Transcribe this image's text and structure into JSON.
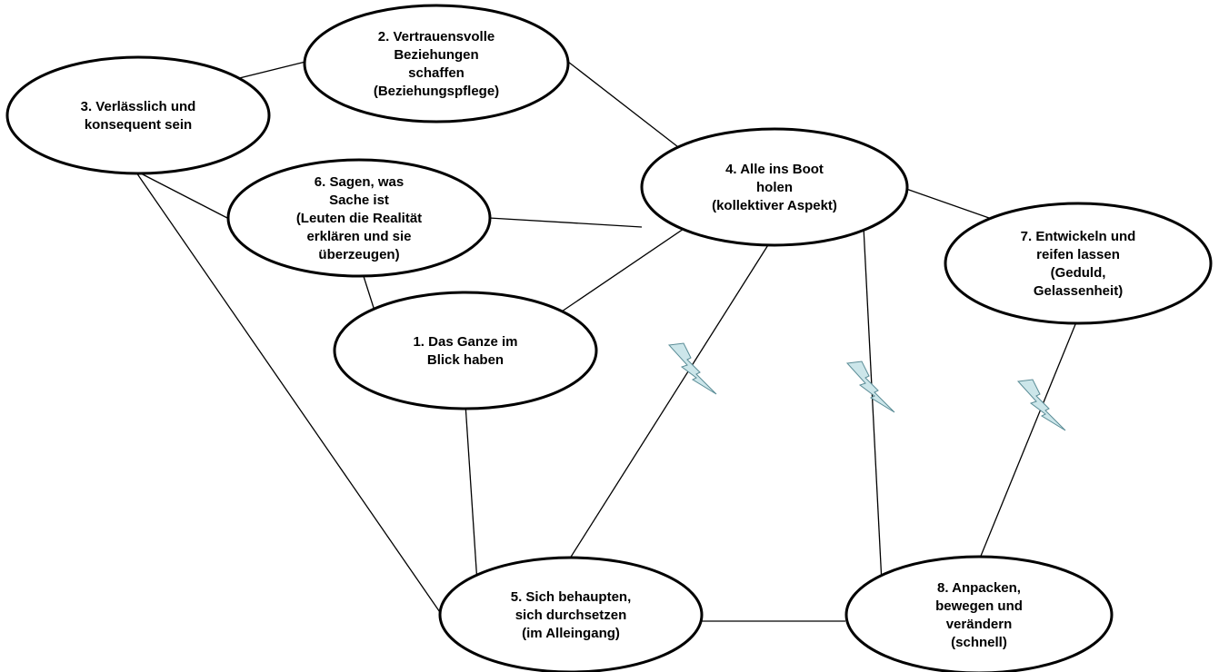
{
  "diagram": {
    "nodes": [
      {
        "id": "n1",
        "lines": [
          "1. Das Ganze im",
          "Blick haben"
        ]
      },
      {
        "id": "n2",
        "lines": [
          "2. Vertrauensvolle",
          "Beziehungen",
          "schaffen",
          "(Beziehungspflege)"
        ]
      },
      {
        "id": "n3",
        "lines": [
          "3. Verlässlich und",
          "konsequent sein"
        ]
      },
      {
        "id": "n4",
        "lines": [
          "4. Alle ins Boot",
          "holen",
          "(kollektiver Aspekt)"
        ]
      },
      {
        "id": "n5",
        "lines": [
          "5. Sich behaupten,",
          "sich durchsetzen",
          "(im Alleingang)"
        ]
      },
      {
        "id": "n6",
        "lines": [
          "6. Sagen, was",
          "Sache ist",
          "(Leuten die Realität",
          "erklären und sie",
          "überzeugen)"
        ]
      },
      {
        "id": "n7",
        "lines": [
          "7. Entwickeln und",
          "reifen lassen",
          "(Geduld,",
          "Gelassenheit)"
        ]
      },
      {
        "id": "n8",
        "lines": [
          "8. Anpacken,",
          "bewegen und",
          "verändern",
          "(schnell)"
        ]
      }
    ],
    "edges": [
      {
        "from": "n3",
        "to": "n2",
        "conflict": false
      },
      {
        "from": "n2",
        "to": "n4",
        "conflict": false
      },
      {
        "from": "n3",
        "to": "n6",
        "conflict": false
      },
      {
        "from": "n3",
        "to": "n5",
        "conflict": false
      },
      {
        "from": "n6",
        "to": "n4",
        "conflict": false
      },
      {
        "from": "n6",
        "to": "n1",
        "conflict": false
      },
      {
        "from": "n1",
        "to": "n4",
        "conflict": false
      },
      {
        "from": "n4",
        "to": "n7",
        "conflict": false
      },
      {
        "from": "n1",
        "to": "n5",
        "conflict": false
      },
      {
        "from": "n5",
        "to": "n4",
        "conflict": true
      },
      {
        "from": "n4",
        "to": "n8",
        "conflict": true
      },
      {
        "from": "n8",
        "to": "n7",
        "conflict": true
      },
      {
        "from": "n5",
        "to": "n8",
        "conflict": false
      }
    ],
    "conflict_color": "#cce6ea"
  }
}
